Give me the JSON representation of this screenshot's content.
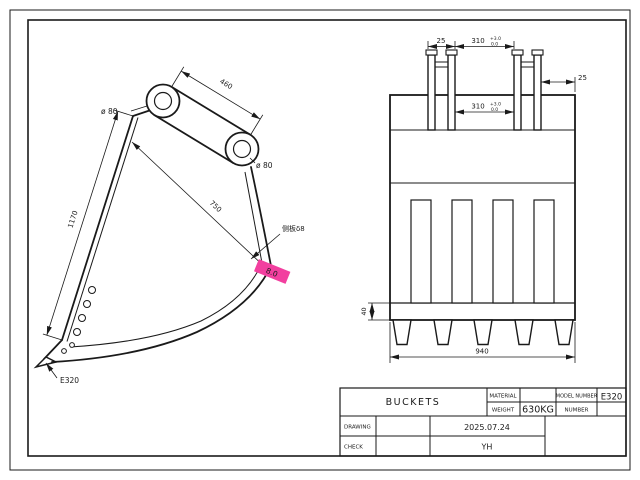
{
  "side_view": {
    "dim_460": "460",
    "dia_top": "ø 80",
    "dia_bottom": "ø 80",
    "dim_1170": "1170",
    "dim_750": "750",
    "side_plate_note": "侧板δ8",
    "thickness_highlight": "8.0",
    "edge_label": "E320"
  },
  "front_view": {
    "dim_25_top": "25",
    "dim_25_right": "25",
    "dim_310_top": {
      "value": "310",
      "tol_up": "+3.0",
      "tol_dn": "0.0"
    },
    "dim_310_mid": {
      "value": "310",
      "tol_up": "+3.0",
      "tol_dn": "0.0"
    },
    "dim_40": "40",
    "dim_940": "940"
  },
  "title_block": {
    "title": "BUCKETS",
    "material_label": "MATERIAL",
    "material_value": "",
    "weight_label": "WEIGHT",
    "weight_value": "630KG",
    "model_label": "MODEL NUMBER",
    "model_value": "E320",
    "number_label": "NUMBER",
    "number_value": "",
    "drawing_label": "DRAWING",
    "drawing_date": "2025.07.24",
    "check_label": "CHECK",
    "check_value": "YH"
  },
  "colors": {
    "ink": "#1a1a1a",
    "highlight": "#f23f9f"
  }
}
